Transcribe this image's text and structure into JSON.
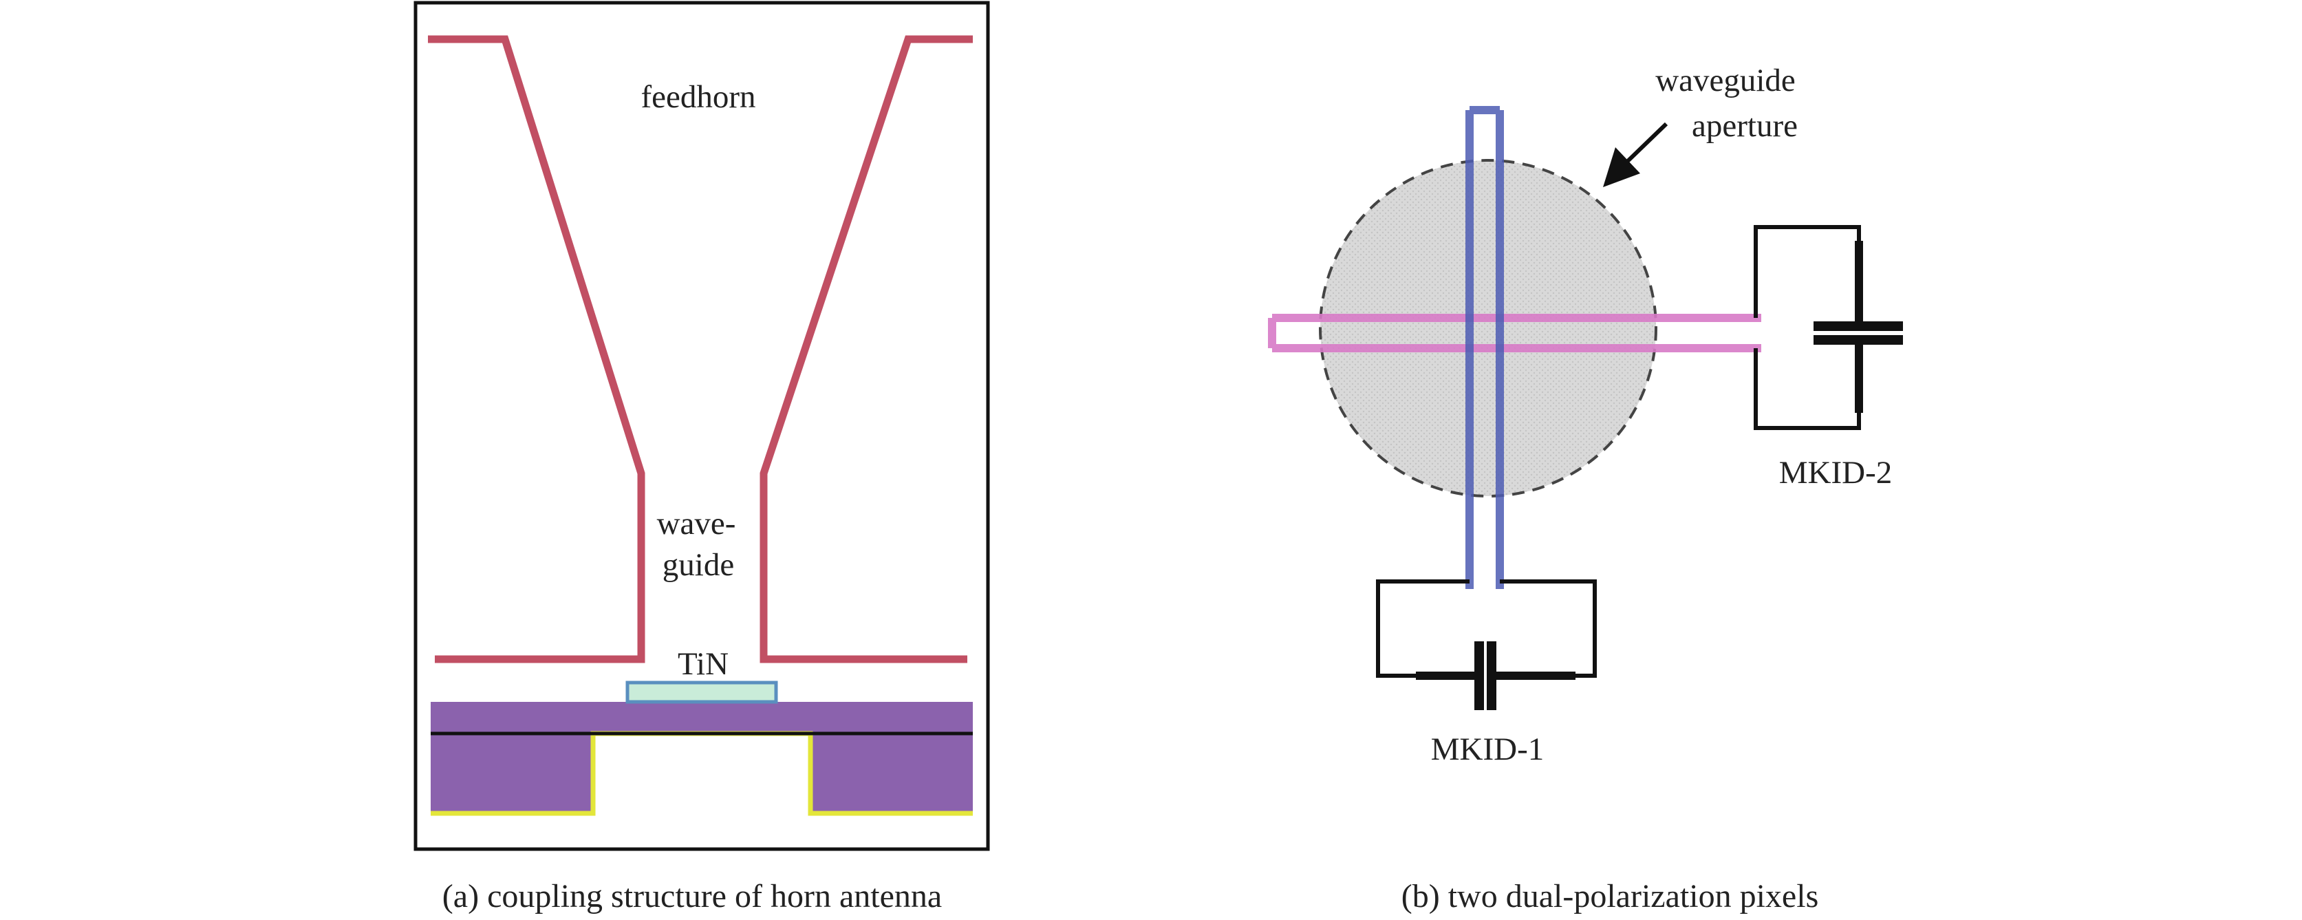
{
  "panel_a": {
    "labels": {
      "feedhorn": "feedhorn",
      "wave_line1": "wave-",
      "wave_line2": "guide",
      "tin": "TiN"
    },
    "caption": "(a) coupling structure of horn antenna"
  },
  "panel_b": {
    "labels": {
      "aperture_line1": "waveguide",
      "aperture_line2": "aperture",
      "mkid1": "MKID-1",
      "mkid2": "MKID-2"
    },
    "caption": "(b) two dual-polarization pixels"
  },
  "colors": {
    "horn": "#c14f63",
    "substrate": "#8b62ad",
    "membrane_edge": "#e3e63a",
    "tin_fill": "#c9ecd9",
    "tin_edge": "#5a8fbf",
    "probe_blue": "#4c5cb3",
    "probe_pink": "#d77ac6",
    "aperture_fill": "#d9d9d9",
    "line": "#111111"
  }
}
